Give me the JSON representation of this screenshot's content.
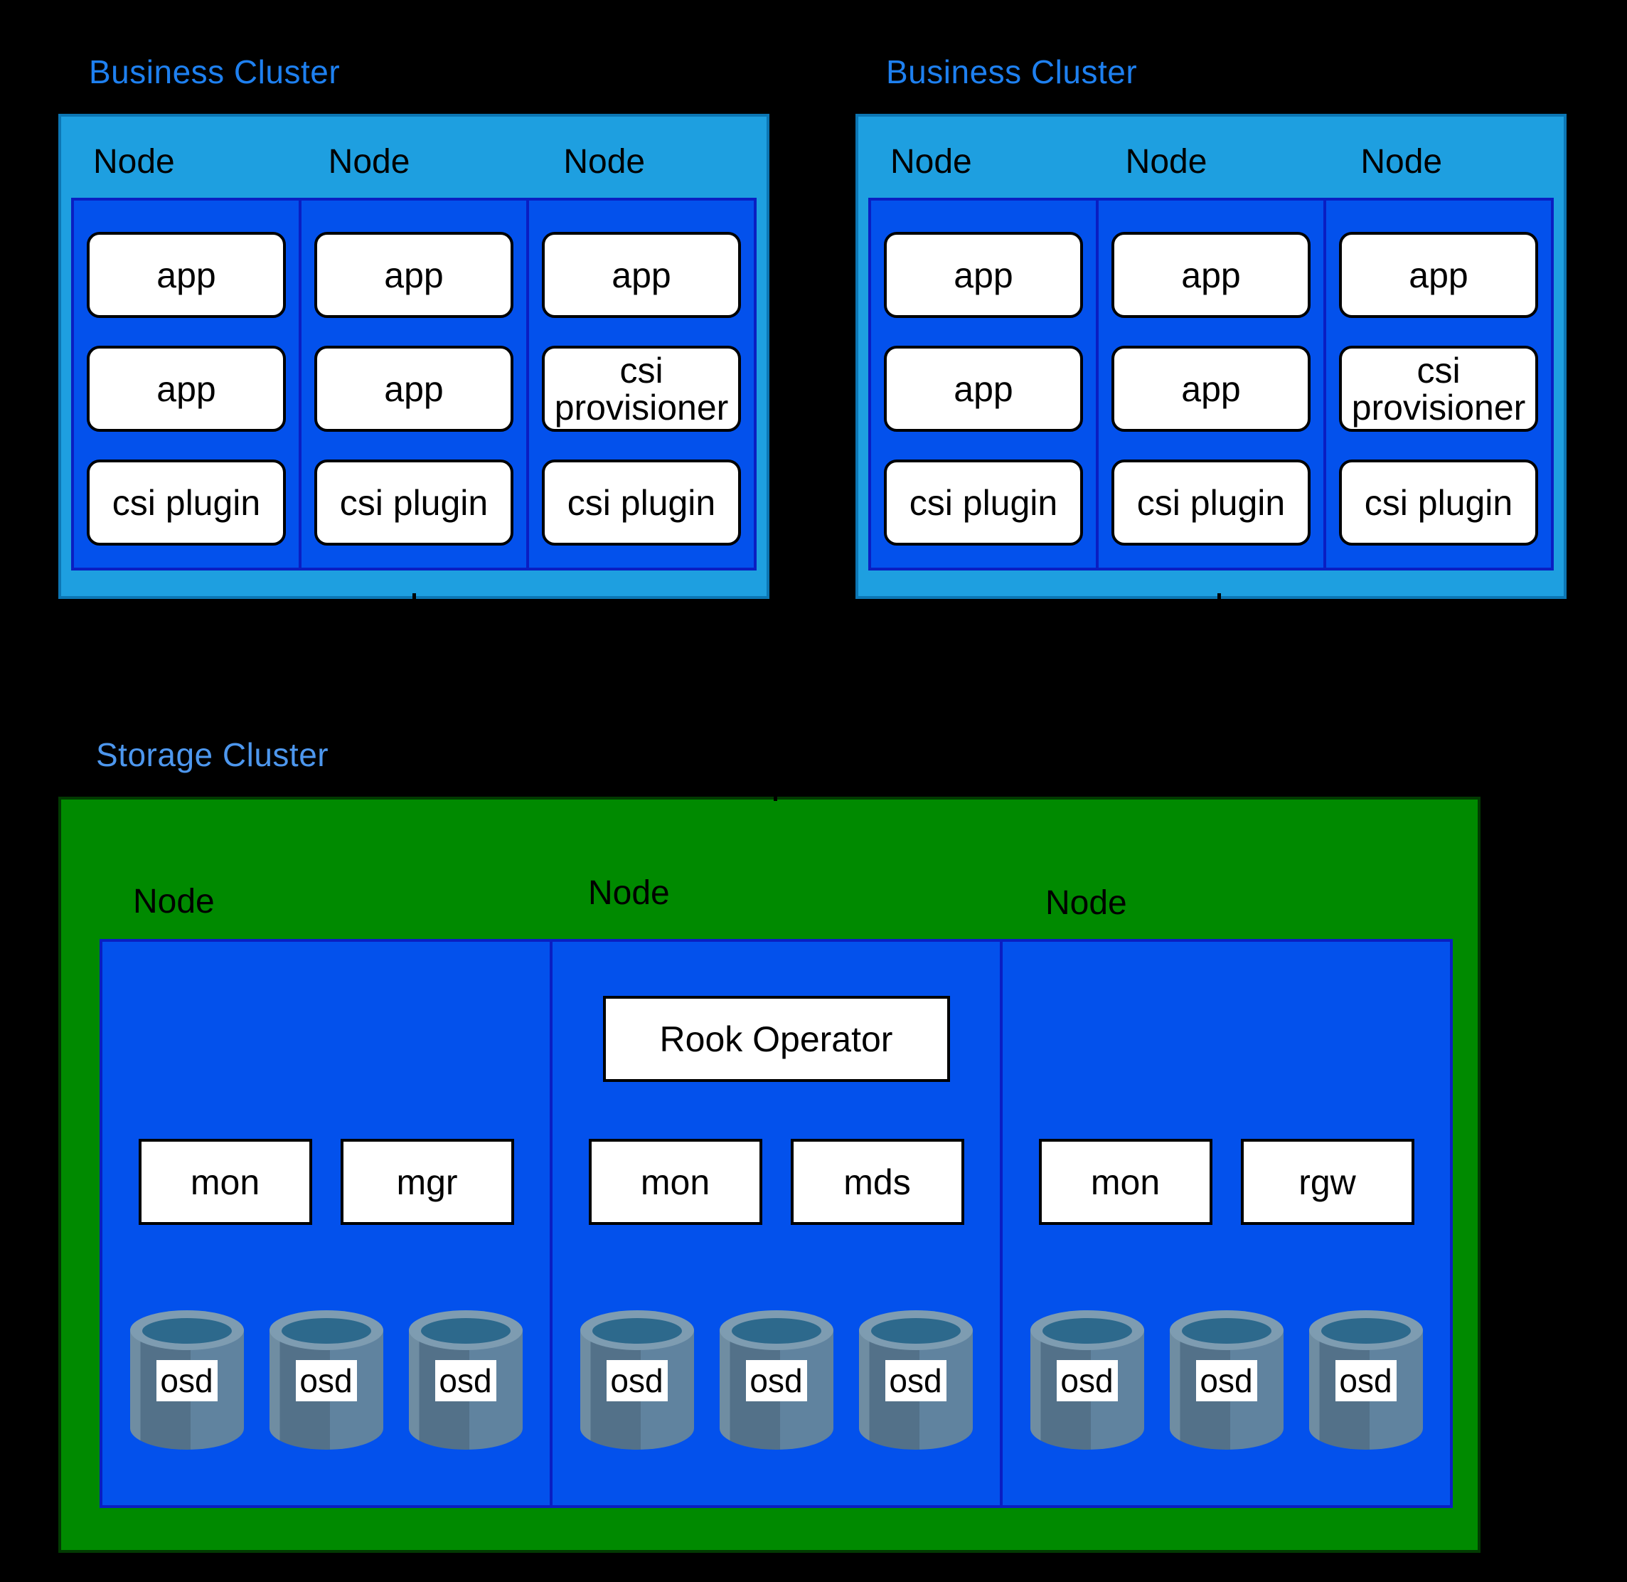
{
  "business_clusters": [
    {
      "title": "Business Cluster",
      "node_labels": [
        "Node",
        "Node",
        "Node"
      ],
      "columns": [
        {
          "pods": [
            "app",
            "app",
            "csi plugin"
          ]
        },
        {
          "pods": [
            "app",
            "app",
            "csi plugin"
          ]
        },
        {
          "pods": [
            "app",
            "csi provisioner",
            "csi plugin"
          ]
        }
      ]
    },
    {
      "title": "Business Cluster",
      "node_labels": [
        "Node",
        "Node",
        "Node"
      ],
      "columns": [
        {
          "pods": [
            "app",
            "app",
            "csi plugin"
          ]
        },
        {
          "pods": [
            "app",
            "app",
            "csi plugin"
          ]
        },
        {
          "pods": [
            "app",
            "csi provisioner",
            "csi plugin"
          ]
        }
      ]
    }
  ],
  "storage_cluster": {
    "title": "Storage Cluster",
    "node_labels": [
      "Node",
      "Node",
      "Node"
    ],
    "columns": [
      {
        "operator": "",
        "daemons": [
          "mon",
          "mgr"
        ],
        "osds": [
          "osd",
          "osd",
          "osd"
        ]
      },
      {
        "operator": "Rook Operator",
        "daemons": [
          "mon",
          "mds"
        ],
        "osds": [
          "osd",
          "osd",
          "osd"
        ]
      },
      {
        "operator": "",
        "daemons": [
          "mon",
          "rgw"
        ],
        "osds": [
          "osd",
          "osd",
          "osd"
        ]
      }
    ]
  },
  "colors": {
    "background": "#000000",
    "business_title": "#1e80f0",
    "storage_title": "#4d97ee",
    "node_box_fill": "#1e9fe0",
    "node_box_border": "#0c76b4",
    "inner_border_navy": "#0a1ec2",
    "pod_area_blue": "#0351ec",
    "storage_green": "#008a00",
    "box_white": "#ffffff",
    "box_border": "#000000",
    "osd_rim": "#7e9cb1",
    "osd_rim_inner": "#2d698c",
    "osd_body_dark": "#537189",
    "osd_body_light": "#60839f"
  }
}
